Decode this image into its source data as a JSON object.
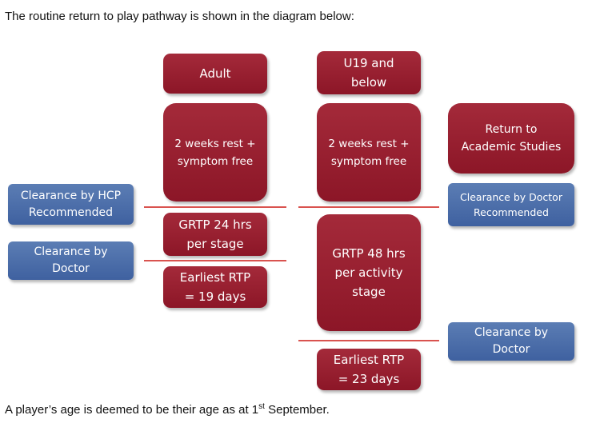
{
  "intro": "The routine return to play pathway is shown in the diagram below:",
  "headers": {
    "adult": "Adult",
    "u19": "U19  and\nbelow"
  },
  "adult_path": {
    "rest": "2 weeks rest +\nsymptom free",
    "grtp": "GRTP 24 hrs\nper stage",
    "earliest": "Earliest RTP\n= 19 days"
  },
  "u19_path": {
    "rest": "2 weeks rest +\nsymptom free",
    "grtp": "GRTP 48 hrs\nper activity\nstage",
    "earliest": "Earliest RTP\n= 23 days"
  },
  "right_column": {
    "academic": "Return to\nAcademic Studies",
    "clearance_recommended": "Clearance by Doctor\nRecommended",
    "clearance_doctor": "Clearance by\nDoctor"
  },
  "left_column": {
    "clearance_hcp": "Clearance by HCP\nRecommended",
    "clearance_doctor": "Clearance by\nDoctor"
  },
  "footer": {
    "before": "A player’s age is deemed to be their age as at 1",
    "sup": "st",
    "after": " September."
  },
  "colors": {
    "red_box": "#8c1627",
    "blue_box": "#4a6ca8",
    "divider_line": "#d9534f"
  }
}
